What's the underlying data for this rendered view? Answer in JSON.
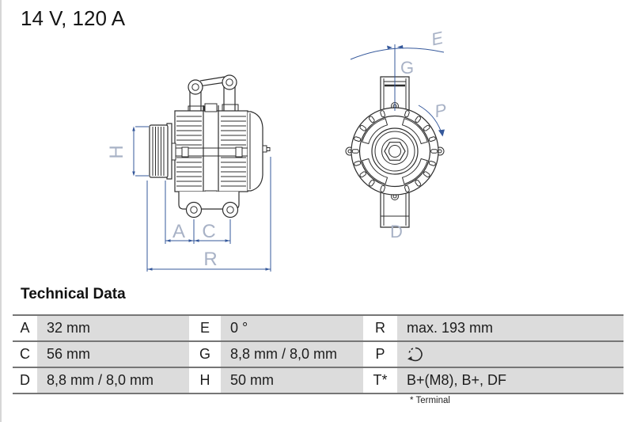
{
  "header": {
    "title": "14 V, 120 A"
  },
  "diagram": {
    "side_view": {
      "labels": {
        "H": "H",
        "A": "A",
        "C": "C",
        "R": "R"
      }
    },
    "front_view": {
      "labels": {
        "E": "E",
        "G": "G",
        "P": "P",
        "D": "D"
      }
    },
    "icons": {
      "rotation_direction": "rotation-clockwise-icon"
    }
  },
  "table": {
    "heading": "Technical Data",
    "rows": [
      {
        "cells": [
          {
            "key": "A",
            "value": "32 mm"
          },
          {
            "key": "E",
            "value": "0 °"
          },
          {
            "key": "R",
            "value": "max. 193 mm"
          }
        ]
      },
      {
        "cells": [
          {
            "key": "C",
            "value": "56 mm"
          },
          {
            "key": "G",
            "value": "8,8 mm / 8,0 mm"
          },
          {
            "key": "P",
            "value": "",
            "icon": "rotation-clockwise-icon"
          }
        ]
      },
      {
        "cells": [
          {
            "key": "D",
            "value": "8,8 mm / 8,0 mm"
          },
          {
            "key": "H",
            "value": "50 mm"
          },
          {
            "key": "T*",
            "value": "B+(M8), B+, DF"
          }
        ]
      }
    ],
    "footnote": "* Terminal"
  },
  "colors": {
    "drawing_outline": "#2d2d2d",
    "dimension_line": "#35589b",
    "dimension_label": "#a8b2c6",
    "table_value_bg": "#dcdcdc",
    "table_rule": "#767676"
  }
}
